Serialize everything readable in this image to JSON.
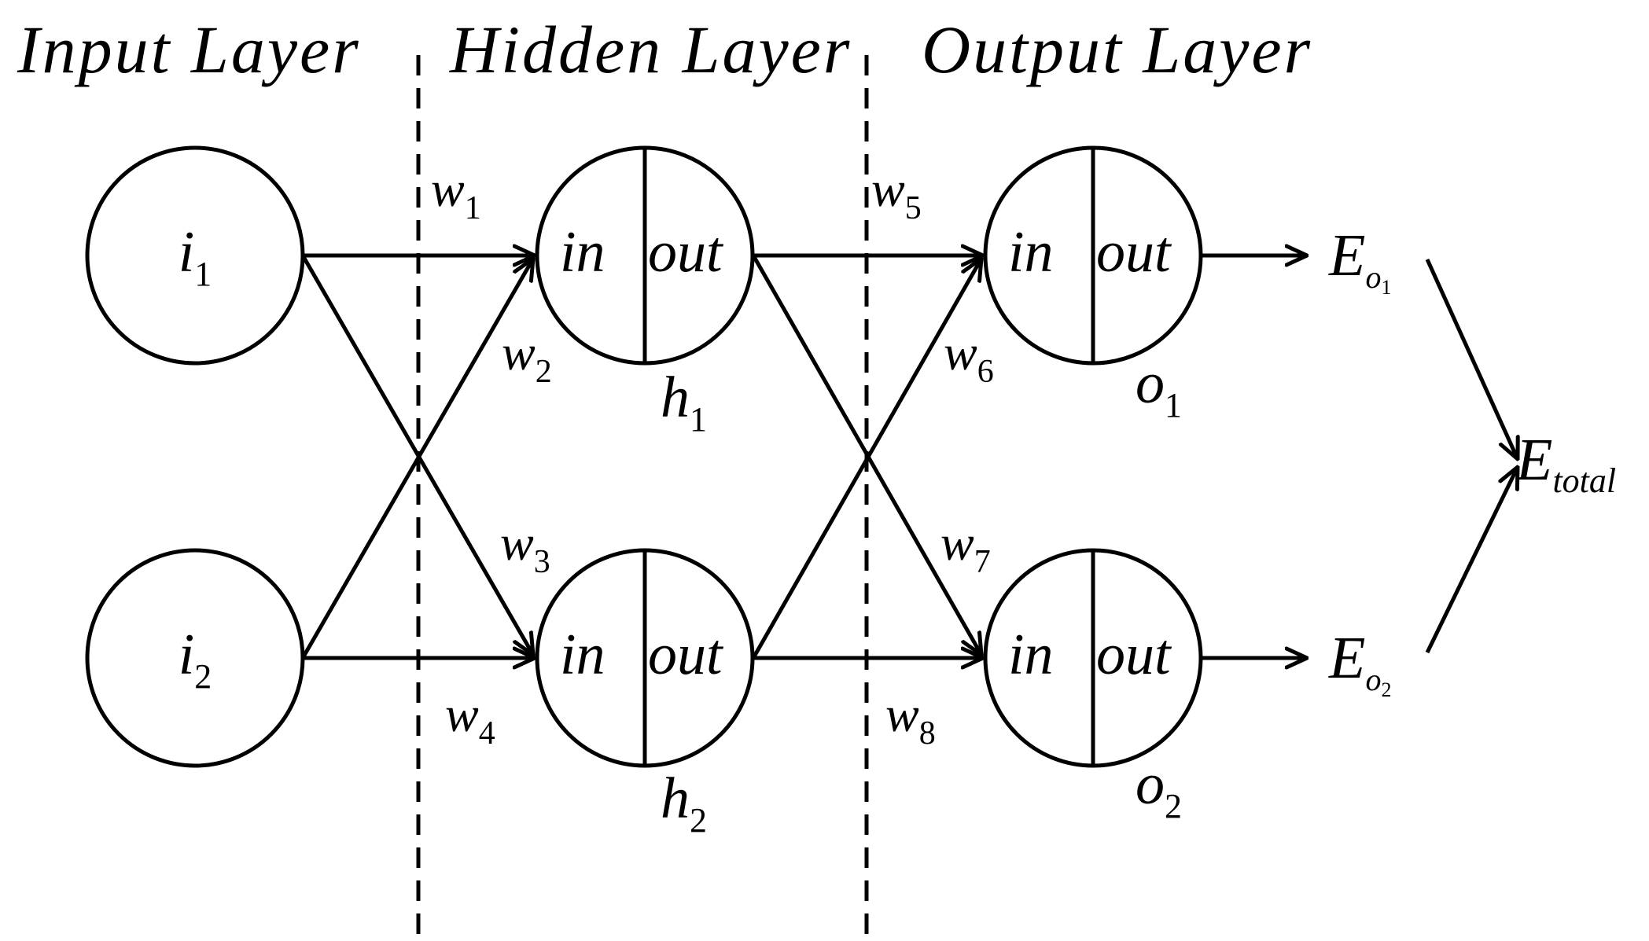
{
  "layers": {
    "input": "Input Layer",
    "hidden": "Hidden Layer",
    "output": "Output Layer"
  },
  "nodes": {
    "i1": {
      "var": "i",
      "sub": "1"
    },
    "i2": {
      "var": "i",
      "sub": "2"
    },
    "h1": {
      "var": "h",
      "sub": "1"
    },
    "h2": {
      "var": "h",
      "sub": "2"
    },
    "o1": {
      "var": "o",
      "sub": "1"
    },
    "o2": {
      "var": "o",
      "sub": "2"
    }
  },
  "neuron_parts": {
    "in": "in",
    "out": "out"
  },
  "weights": {
    "w1": {
      "var": "w",
      "sub": "1"
    },
    "w2": {
      "var": "w",
      "sub": "2"
    },
    "w3": {
      "var": "w",
      "sub": "3"
    },
    "w4": {
      "var": "w",
      "sub": "4"
    },
    "w5": {
      "var": "w",
      "sub": "5"
    },
    "w6": {
      "var": "w",
      "sub": "6"
    },
    "w7": {
      "var": "w",
      "sub": "7"
    },
    "w8": {
      "var": "w",
      "sub": "8"
    }
  },
  "errors": {
    "eo1": {
      "var": "E",
      "sub": "o",
      "subsub": "1"
    },
    "eo2": {
      "var": "E",
      "sub": "o",
      "subsub": "2"
    },
    "total": {
      "var": "E",
      "sub": "total"
    }
  },
  "colors": {
    "ink": "#000000",
    "background": "#ffffff"
  }
}
